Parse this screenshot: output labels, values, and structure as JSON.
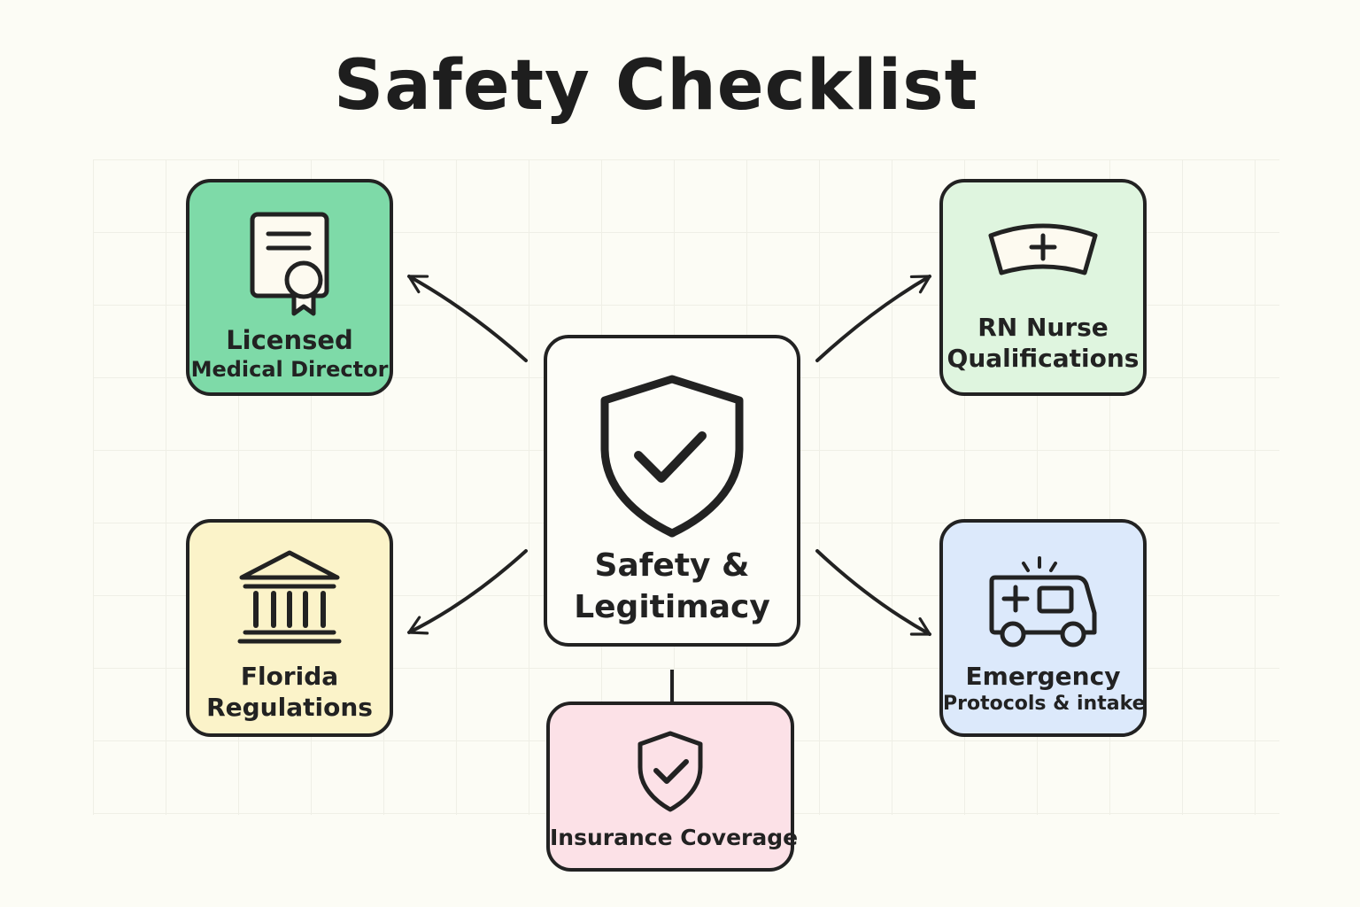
{
  "title": "Safety Checklist",
  "colors": {
    "background": "#fcfcf5",
    "outline": "#222222",
    "medical_card": "#7edaa8",
    "nurse_card": "#dff5df",
    "center_card": "#fdfdf8",
    "florida_card": "#fbf3c9",
    "emergency_card": "#dce9fb",
    "insurance_card": "#fce1e7"
  },
  "center": {
    "icon": "shield-check-icon",
    "lines": [
      "Safety &",
      "Legitimacy"
    ]
  },
  "items": {
    "medical_director": {
      "icon": "certificate-icon",
      "lines": [
        "Licensed",
        "Medical Director"
      ]
    },
    "rn_nurse": {
      "icon": "nurse-cap-icon",
      "lines": [
        "RN Nurse",
        "Qualifications"
      ]
    },
    "florida": {
      "icon": "courthouse-icon",
      "lines": [
        "Florida",
        "Regulations"
      ]
    },
    "emergency": {
      "icon": "ambulance-icon",
      "lines": [
        "Emergency",
        "Protocols & intake"
      ]
    },
    "insurance": {
      "icon": "shield-check-icon",
      "lines": [
        "Insurance Coverage"
      ]
    }
  }
}
